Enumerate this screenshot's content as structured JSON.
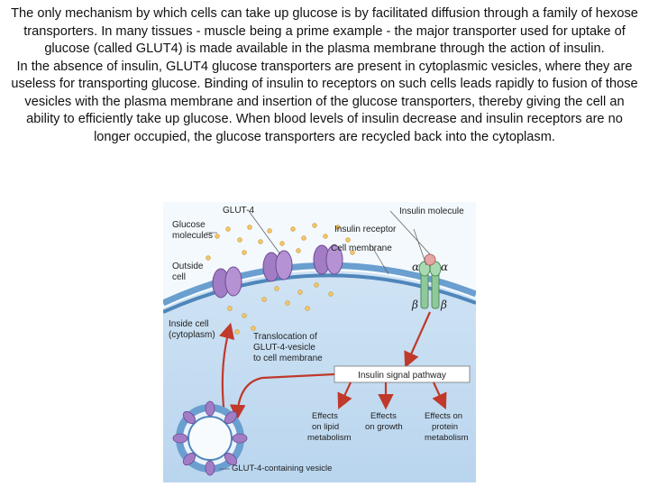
{
  "paragraphs": [
    "The only mechanism by which cells can take up glucose is by facilitated diffusion through a family of hexose transporters. In many tissues - muscle being a prime example - the major transporter used for uptake of glucose (called GLUT4) is made available in the plasma membrane through the action of insulin.",
    "In the absence of insulin, GLUT4 glucose transporters are present in cytoplasmic vesicles, where they are useless for transporting glucose. Binding of insulin to receptors on such cells leads rapidly to fusion of those vesicles with the plasma membrane and insertion of the glucose transporters, thereby giving the cell an ability to efficiently take up glucose. When blood levels of insulin decrease and insulin receptors are no longer occupied, the glucose transporters are recycled back into the cytoplasm."
  ],
  "diagram": {
    "glut4": "GLUT-4",
    "glucose_line1": "Glucose",
    "glucose_line2": "molecules",
    "outside_line1": "Outside",
    "outside_line2": "cell",
    "inside_line1": "Inside cell",
    "inside_line2": "(cytoplasm)",
    "insulin_molecule": "Insulin molecule",
    "insulin_receptor": "Insulin receptor",
    "cell_membrane": "Cell membrane",
    "translocation_line1": "Translocation of",
    "translocation_line2": "GLUT-4-vesicle",
    "translocation_line3": "to cell membrane",
    "signal_pathway": "Insulin signal pathway",
    "effect1_line1": "Effects",
    "effect1_line2": "on lipid",
    "effect1_line3": "metabolism",
    "effect2_line1": "Effects",
    "effect2_line2": "on growth",
    "effect3_line1": "Effects on",
    "effect3_line2": "protein",
    "effect3_line3": "metabolism",
    "vesicle_label": "GLUT-4-containing vesicle",
    "alpha": "α",
    "beta": "β"
  },
  "colors": {
    "membrane_blue": "#6a9fd0",
    "cytoplasm": "#d6e8f6",
    "transporter_purple": "#a27cc4",
    "glucose_yellow": "#f2c66a",
    "arrow_red": "#c0392b",
    "receptor_green": "#8fc89a",
    "insulin_pink": "#e7a4a4"
  }
}
